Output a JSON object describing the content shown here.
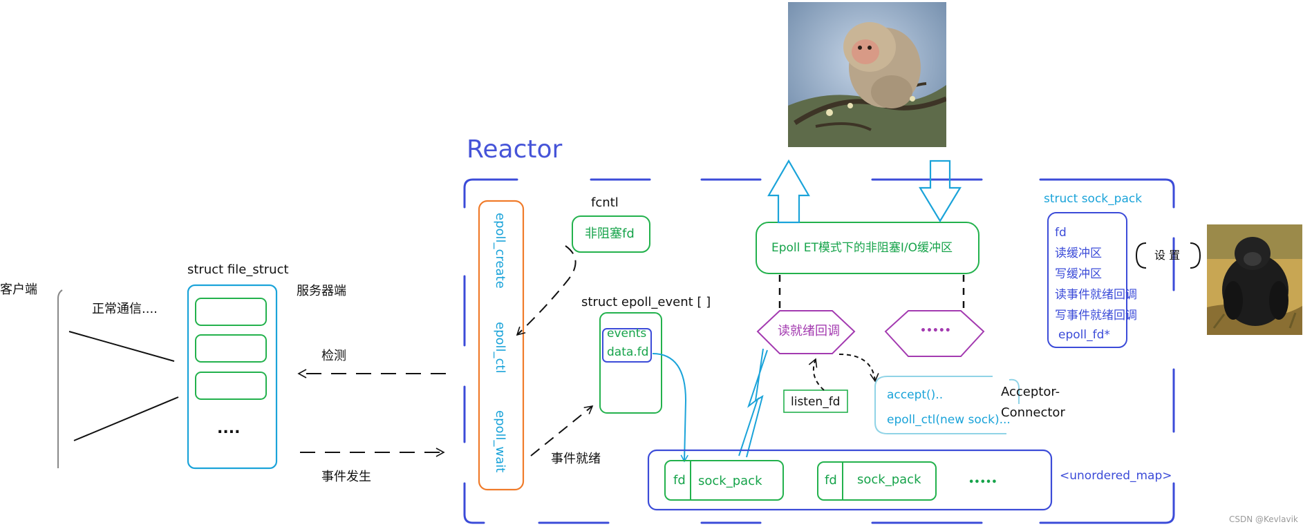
{
  "title": "Reactor",
  "client": {
    "label": "客户端",
    "comm": "正常通信...."
  },
  "file_struct": {
    "title": "struct file_struct",
    "dots": "...."
  },
  "server_label": "服务器端",
  "detect_label": "检测",
  "event_occur_label": "事件发生",
  "epoll_funcs": [
    "epoll_create",
    "epoll_ctl",
    "epoll_wait"
  ],
  "fcntl": {
    "title": "fcntl",
    "box": "非阻塞fd"
  },
  "epoll_event": {
    "title": "struct epoll_event [ ]",
    "fields": [
      "events",
      "data.fd"
    ]
  },
  "event_ready_label": "事件就绪",
  "buffer_box": "Epoll ET模式下的非阻塞I/O缓冲区",
  "read_ready_cb": "读就绪回调",
  "hex_dots": "•••••",
  "listen_fd": "listen_fd",
  "acceptor_box": [
    "accept()..",
    "epoll_ctl(new sock)..."
  ],
  "acceptor_label": [
    "Acceptor-",
    "Connector"
  ],
  "sock_pack": {
    "title": "struct sock_pack",
    "fields": [
      "fd",
      "读缓冲区",
      "写缓冲区",
      "读事件就绪回调",
      "写事件就绪回调",
      "epoll_fd*"
    ],
    "setting": "设 置"
  },
  "map": {
    "label": "<unordered_map>",
    "items": [
      {
        "fd": "fd",
        "pack": "sock_pack"
      },
      {
        "fd": "fd",
        "pack": "sock_pack"
      }
    ],
    "dots": "•••••"
  },
  "watermark": "CSDN @Kevlavik",
  "colors": {
    "reactor_frame": "#3b4bd8",
    "cyan": "#1aa3d9",
    "green": "#16a34a",
    "orange": "#f07b2a",
    "purple": "#a33ab0",
    "blue": "#3b4bd8",
    "light_cyan": "#8fd3e6"
  },
  "images": [
    "monkey-photo",
    "gorilla-photo"
  ]
}
